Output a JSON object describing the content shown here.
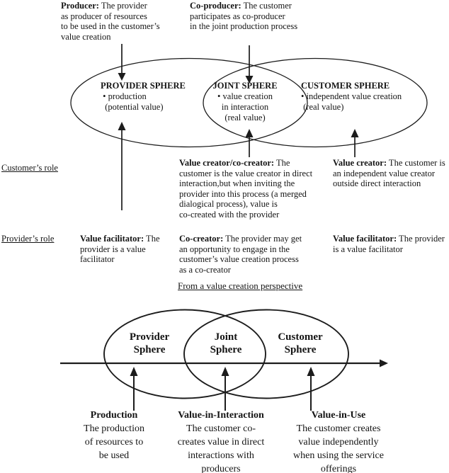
{
  "colors": {
    "ink": "#1c1c1c",
    "background": "#ffffff"
  },
  "top_diagram": {
    "annotations": {
      "producer": {
        "term": "Producer:",
        "rest": " The provider\nas producer of resources\nto be used in the customer’s\nvalue creation"
      },
      "co_producer": {
        "term": "Co-producer:",
        "rest": " The customer\nparticipates as co-producer\nin the joint production process"
      }
    },
    "spheres": {
      "provider": {
        "title": "PROVIDER SPHERE",
        "body": " • production\n  (potential value)"
      },
      "joint": {
        "title": "JOINT SPHERE",
        "body": "• value creation\nin interaction\n(real value)"
      },
      "customer": {
        "title": "CUSTOMER SPHERE",
        "body": "• independent value creation\n (real value)"
      }
    }
  },
  "roles": {
    "customer_heading": "Customer’s role",
    "provider_heading": "Provider’s role",
    "customer_joint": {
      "term": "Value creator/co-creator:",
      "rest": " The\ncustomer is the value creator in direct\ninteraction,but when inviting the\nprovider into this process (a merged\ndialogical process), value is\nco-created with the provider"
    },
    "customer_right": {
      "term": "Value creator:",
      "rest": " The customer is\nan independent value creator\noutside direct interaction"
    },
    "provider_left": {
      "term": "Value facilitator:",
      "rest": " The\nprovider is a value\nfacilitator"
    },
    "provider_joint": {
      "term": "Co-creator:",
      "rest": " The provider may get\nan opportunity to engage in the\ncustomer’s value creation process\nas a co-creator"
    },
    "provider_right": {
      "term": "Value facilitator:",
      "rest": " The provider\nis a value facilitator"
    },
    "perspective_heading": "From a value creation perspective"
  },
  "bottom_diagram": {
    "spheres": {
      "provider": "Provider\nSphere",
      "joint": "Joint\nSphere",
      "customer": "Customer\nSphere"
    },
    "captions": {
      "production": {
        "title": "Production",
        "body": "The production\nof resources to\nbe used"
      },
      "value_in_interaction": {
        "title": "Value-in-Interaction",
        "body": "The customer co-\ncreates value in direct\ninteractions with\nproducers"
      },
      "value_in_use": {
        "title": "Value-in-Use",
        "body": "The customer creates\nvalue independently\nwhen using the service\nofferings"
      }
    }
  }
}
